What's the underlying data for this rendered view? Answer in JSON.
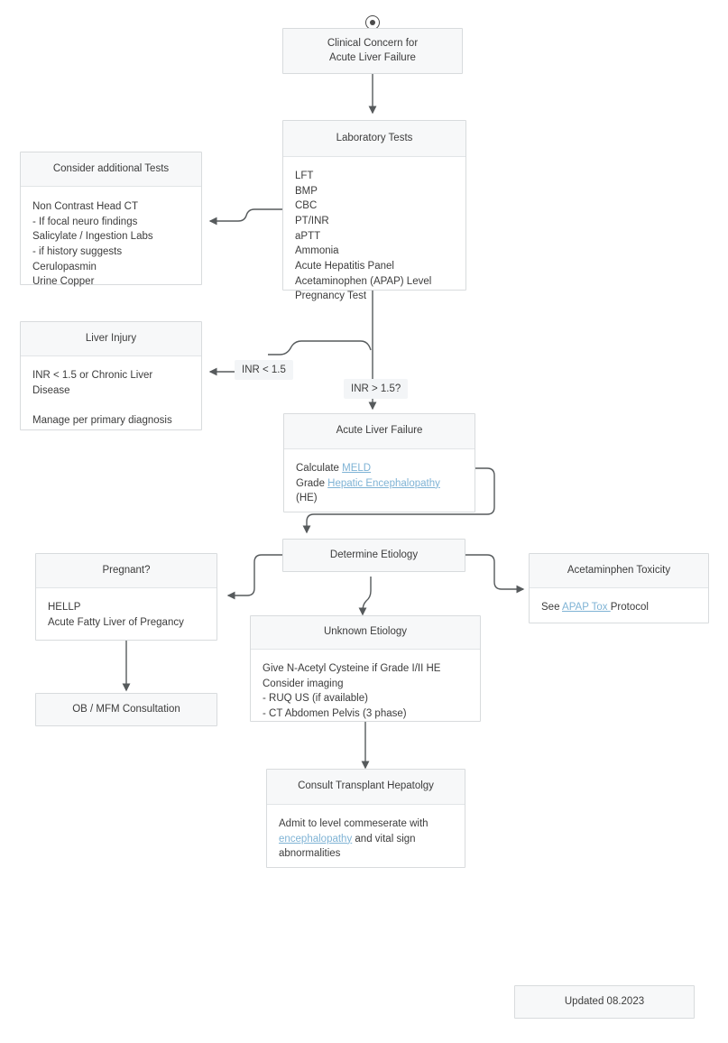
{
  "diagram": {
    "title": "Acute Liver Failure Clinical Pathway",
    "footer": {
      "label": "Updated 08.2023"
    },
    "colors": {
      "node_border": "#d8dbdd",
      "header_fill": "#f7f8f9",
      "body_fill": "#ffffff",
      "text": "#3c3c3c",
      "link": "#7fb3d5",
      "edge": "#565a5c",
      "label_fill": "#f3f5f7"
    }
  },
  "start_node": {
    "icon": "start-circle-icon"
  },
  "nodes": {
    "clinical_concern": {
      "header": "Clinical Concern for\nAcute Liver Failure"
    },
    "laboratory_tests": {
      "header": "Laboratory Tests",
      "body_lines": [
        "LFT",
        "BMP",
        "CBC",
        "PT/INR",
        "aPTT",
        "Ammonia",
        "Acute Hepatitis Panel",
        "Acetaminophen (APAP) Level",
        "Pregnancy Test"
      ]
    },
    "consider_additional_tests": {
      "header": "Consider additional Tests",
      "body_lines": [
        "Non Contrast Head CT",
        "- If focal neuro findings",
        "Salicylate / Ingestion Labs",
        "- if history suggests",
        "Cerulopasmin",
        "Urine Copper"
      ]
    },
    "liver_injury": {
      "header": "Liver Injury",
      "body_lines": [
        "INR < 1.5 or Chronic Liver Disease",
        "",
        "Manage per primary diagnosis"
      ]
    },
    "acute_liver_failure": {
      "header": "Acute Liver Failure",
      "body_parts": {
        "line1_pre": "Calculate ",
        "line1_link": "MELD",
        "line2_pre": "Grade ",
        "line2_link": "Hepatic Encephalopathy",
        "line3": "(HE)"
      }
    },
    "determine_etiology": {
      "header": "Determine Etiology"
    },
    "pregnant": {
      "header": "Pregnant?",
      "body_lines": [
        "HELLP",
        "Acute Fatty Liver of Pregancy"
      ]
    },
    "ob_mfm_consultation": {
      "header": "OB / MFM Consultation"
    },
    "acetaminophen_toxicity": {
      "header": "Acetaminphen Toxicity",
      "body_parts": {
        "pre": "See ",
        "link": "APAP Tox ",
        "post": "Protocol"
      }
    },
    "unknown_etiology": {
      "header": "Unknown Etiology",
      "body_lines": [
        "Give N-Acetyl Cysteine if Grade I/II HE",
        "Consider imaging",
        "- RUQ US (if available)",
        "- CT Abdomen Pelvis (3 phase)"
      ]
    },
    "consult_transplant_hepatology": {
      "header": "Consult Transplant Hepatolgy",
      "body_parts": {
        "pre": "Admit to level commeserate with ",
        "link": "encephalopathy",
        "post": " and vital sign abnormalities"
      }
    }
  },
  "edge_labels": {
    "inr_low": "INR < 1.5",
    "inr_high": "INR > 1.5?"
  }
}
